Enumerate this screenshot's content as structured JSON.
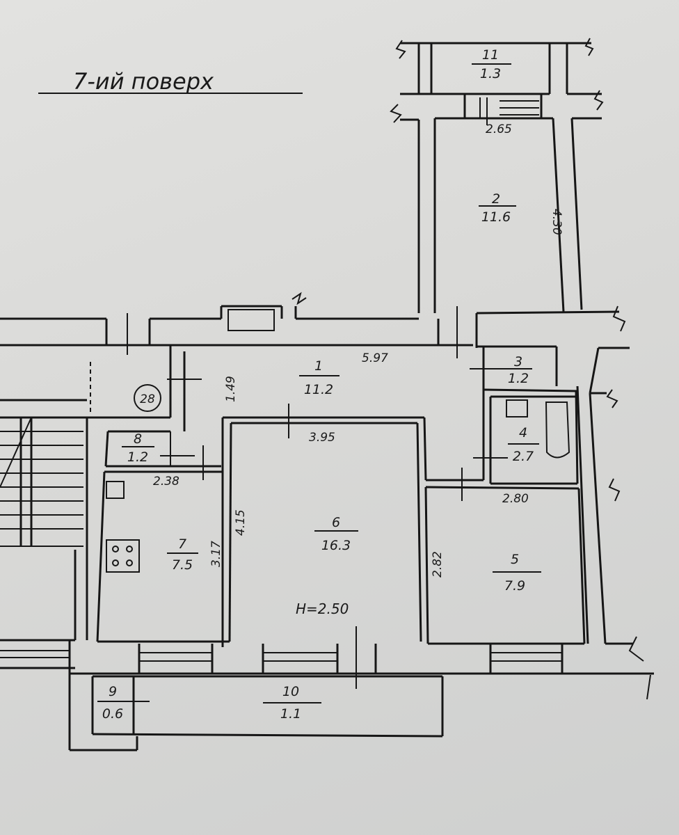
{
  "title": "7-ий поверх",
  "building_number": "28",
  "ceiling_height": "H=2.50",
  "rooms": [
    {
      "id": "room-1",
      "number": "1",
      "area": "11.2"
    },
    {
      "id": "room-2",
      "number": "2",
      "area": "11.6"
    },
    {
      "id": "room-3",
      "number": "3",
      "area": "1.2"
    },
    {
      "id": "room-4",
      "number": "4",
      "area": "2.7"
    },
    {
      "id": "room-5",
      "number": "5",
      "area": "7.9"
    },
    {
      "id": "room-6",
      "number": "6",
      "area": "16.3"
    },
    {
      "id": "room-7",
      "number": "7",
      "area": "7.5"
    },
    {
      "id": "room-8",
      "number": "8",
      "area": "1.2"
    },
    {
      "id": "room-9",
      "number": "9",
      "area": "0.6"
    },
    {
      "id": "room-10",
      "number": "10",
      "area": "1.1"
    },
    {
      "id": "room-11",
      "number": "11",
      "area": "1.3"
    }
  ],
  "dimensions": {
    "room2_width": "2.65",
    "room2_length": "4.30",
    "room1_length": "5.97",
    "room1_width": "1.49",
    "room6_width": "3.95",
    "room6_length": "4.15",
    "room7_width": "2.38",
    "room7_length": "3.17",
    "room5_width": "2.80",
    "room5_length": "2.82"
  },
  "colors": {
    "ink": "#161616",
    "paper": "#dddddc"
  }
}
